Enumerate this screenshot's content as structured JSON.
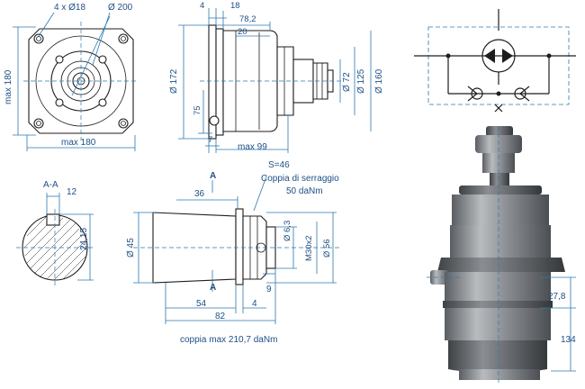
{
  "front_view": {
    "bolt_holes": "4 x Ø18",
    "pitch_diameter": "Ø 200",
    "max_height": "max 180",
    "max_width": "max 180"
  },
  "side_view": {
    "dim_4": "4",
    "dim_18": "18",
    "dim_78_2": "78,2",
    "dim_20": "20",
    "dia_172": "Ø 172",
    "dia_72": "Ø 72",
    "dia_125": "Ø 125",
    "dia_160": "Ø 160",
    "dim_75": "75",
    "dim_7": "7",
    "max_99": "max  99"
  },
  "section_aa": {
    "label": "A-A",
    "dim_12": "12",
    "dim_24_15": "24,15"
  },
  "shaft_view": {
    "section_mark": "A",
    "wrench": "S=46",
    "torque_label": "Coppia di serraggio",
    "torque_value": "50 daNm",
    "dim_36": "36",
    "dia_45": "Ø 45",
    "dia_6_3": "Ø 6,3",
    "thread": "M30x2",
    "dia_56": "Ø 56",
    "dim_9": "9",
    "dim_54": "54",
    "dim_4": "4",
    "dim_82": "82",
    "max_torque": "coppia max 210,7 daNm"
  },
  "motor_photo": {
    "dim_27_8": "27,8",
    "dim_134": "134"
  },
  "colors": {
    "dimension": "#2b78b0",
    "text": "#1e4f86",
    "outline": "#1d1d1d",
    "metal": "#8b8f93"
  }
}
